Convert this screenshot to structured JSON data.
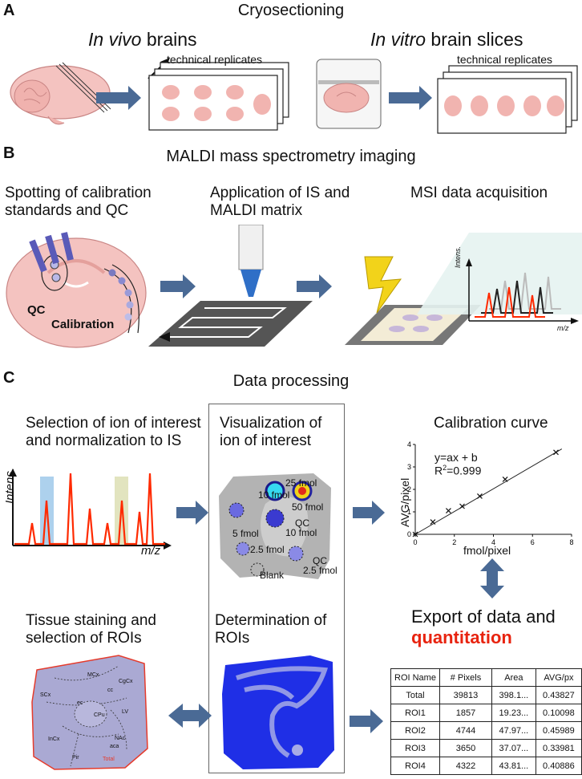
{
  "panel_a": {
    "letter": "A",
    "title": "Cryosectioning",
    "in_vivo_italic": "In vivo",
    "in_vivo_rest": " brains",
    "in_vitro_italic": "In vitro",
    "in_vitro_rest": " brain slices",
    "replicates_left": "technical replicates",
    "replicates_right": "technical replicates"
  },
  "panel_b": {
    "letter": "B",
    "title": "MALDI mass spectrometry imaging",
    "step1": "Spotting of calibration standards and QC",
    "step2": "Application of IS and MALDI matrix",
    "step3": "MSI data acquisition",
    "qc_label": "QC",
    "calibration_label": "Calibration",
    "intens_label": "Intens.",
    "mz_label": "m/z"
  },
  "panel_c": {
    "letter": "C",
    "title": "Data processing",
    "step_selection": "Selection of ion of interest and normalization to IS",
    "step_visualization": "Visualization of ion of interest",
    "step_calibration": "Calibration curve",
    "step_export": "Export of data and",
    "step_quantitation": "quantitation",
    "step_staining": "Tissue staining and selection of ROIs",
    "step_rois": "Determination of ROIs",
    "intens_label": "Intens.",
    "mz_label": "m/z",
    "spots": {
      "s25": "25 fmol",
      "s50": "50 fmol",
      "s10": "10 fmol",
      "s5": "5 fmol",
      "qc10a": "QC",
      "qc10b": "10 fmol",
      "s2_5": "2.5 fmol",
      "qc2a": "QC",
      "qc2b": "2.5 fmol",
      "blank": "Blank"
    },
    "brain_labels": {
      "mcx": "MCx",
      "cgcx": "CgCx",
      "scx": "SCx",
      "cc": "cc",
      "ec": "ec",
      "cpu": "CPu",
      "lv": "LV",
      "incx": "InCx",
      "nac": "NAc",
      "pir": "Pir",
      "total": "Total",
      "acb": "aca"
    }
  },
  "chart_data": {
    "type": "scatter",
    "equation": "y=ax + b",
    "r2_prefix": "R",
    "r2_sup": "2",
    "r2_value": "=0.999",
    "xlabel": "fmol/pixel",
    "ylabel": "AVG/pixel",
    "xlim": [
      0,
      8
    ],
    "ylim": [
      0,
      4
    ],
    "xticks": [
      "0",
      "2",
      "4",
      "6",
      "8"
    ],
    "yticks": [
      "0",
      "1",
      "2",
      "3",
      "4"
    ],
    "x": [
      0,
      0.9,
      1.7,
      2.4,
      3.3,
      4.6,
      7.2
    ],
    "y": [
      0,
      0.55,
      1.05,
      1.25,
      1.7,
      2.45,
      3.65
    ],
    "fit": [
      [
        0,
        0
      ],
      [
        7.5,
        3.8
      ]
    ]
  },
  "roi_table": {
    "headers": [
      "ROI Name",
      "# Pixels",
      "Area",
      "AVG/px"
    ],
    "rows": [
      [
        "Total",
        "39813",
        "398.1...",
        "0.43827"
      ],
      [
        "ROI1",
        "1857",
        "19.23...",
        "0.10098"
      ],
      [
        "ROI2",
        "4744",
        "47.97...",
        "0.45989"
      ],
      [
        "ROI3",
        "3650",
        "37.07...",
        "0.33981"
      ],
      [
        "ROI4",
        "4322",
        "43.81...",
        "0.40886"
      ]
    ]
  },
  "colors": {
    "arrow": "#4a6a95",
    "brain_pink": "#f1b4b0",
    "spectrum_red": "#ff2a00",
    "quantitation_red": "#e8230f"
  }
}
